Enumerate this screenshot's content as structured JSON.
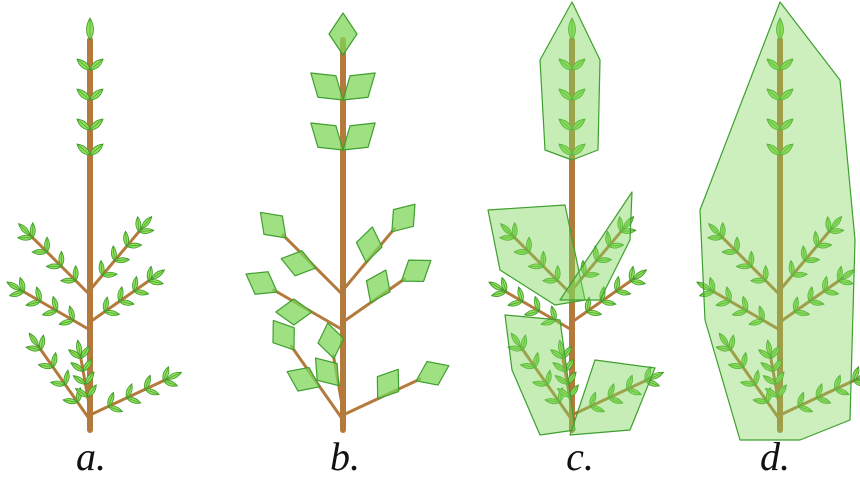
{
  "figure": {
    "panels": [
      {
        "id": "a",
        "label": "a."
      },
      {
        "id": "b",
        "label": "b."
      },
      {
        "id": "c",
        "label": "c."
      },
      {
        "id": "d",
        "label": "d."
      }
    ]
  },
  "colors": {
    "background": "#ffffff",
    "stem": "#b37a3c",
    "stem_dark": "#8a5a28",
    "leaf_light": "#8fe05a",
    "leaf_dark": "#3f9a2a",
    "hull_fill": "#7fd65a",
    "hull_edge": "#3f9f2f"
  }
}
